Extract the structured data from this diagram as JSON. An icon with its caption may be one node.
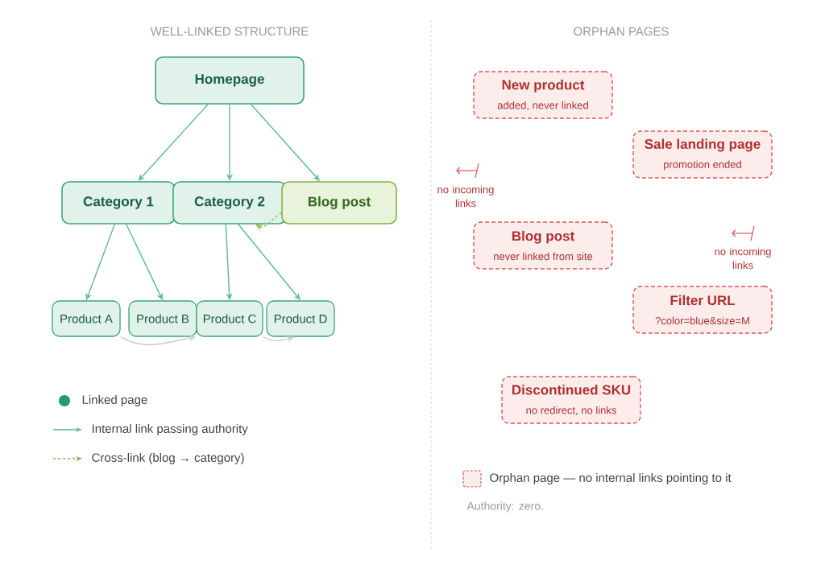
{
  "diagram": {
    "nodes": [
      {
        "text": [
          "Homepage"
        ]
      },
      {
        "text": [
          "Category 1"
        ]
      },
      {
        "text": [
          "Category 2"
        ]
      },
      {
        "text": [
          "Blog post"
        ]
      },
      {
        "text": [
          "Product A"
        ]
      },
      {
        "text": [
          "Product B"
        ]
      },
      {
        "text": [
          "Product C"
        ]
      },
      {
        "text": [
          "Product D"
        ]
      },
      {
        "text": [
          "New product",
          "added, never linked"
        ]
      },
      {
        "text": [
          "Sale landing page",
          "promotion ended"
        ]
      },
      {
        "text": [
          "Blog post",
          "never linked from site"
        ]
      },
      {
        "text": [
          "Filter URL",
          "?color=blue&size=M"
        ]
      },
      {
        "text": [
          "Discontinued SKU",
          "no redirect, no links"
        ]
      }
    ],
    "edges": [
      {
        "from": 0,
        "to": 1,
        "arrow": "to"
      },
      {
        "from": 0,
        "to": 2,
        "arrow": "to"
      },
      {
        "from": 0,
        "to": 3,
        "arrow": "to"
      },
      {
        "from": 1,
        "to": 4,
        "arrow": "to"
      },
      {
        "from": 1,
        "to": 5,
        "arrow": "to"
      },
      {
        "from": 2,
        "to": 6,
        "arrow": "to"
      },
      {
        "from": 2,
        "to": 7,
        "arrow": "to"
      },
      {
        "from": 3,
        "to": 2,
        "arrow": "to",
        "style": "dashed",
        "color": "#8bc34a"
      },
      {
        "from": 4,
        "to": 6,
        "arrow": "to",
        "color": "#cccccc"
      },
      {
        "from": 6,
        "to": 7,
        "arrow": "to",
        "color": "#cccccc"
      }
    ],
    "labels": [
      "WELL-LINKED STRUCTURE",
      "ORPHAN PAGES",
      "no incoming links",
      "no incoming links",
      "Authority: zero."
    ],
    "legend": [
      {
        "text": "Linked page",
        "color": "#1f9d6e"
      },
      {
        "text": "Internal link passing authority"
      },
      {
        "text": "Cross-link (blog → category)"
      },
      {
        "text": "Orphan page — no internal links pointing to it"
      }
    ]
  }
}
